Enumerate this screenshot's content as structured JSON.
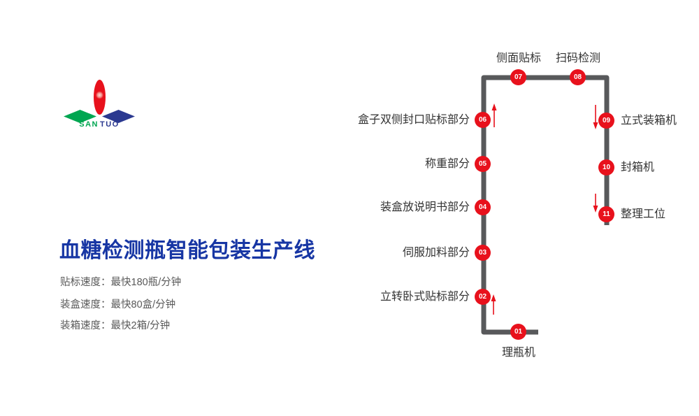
{
  "logo": {
    "san": "SAN",
    "tuo": "TUO"
  },
  "intro": {
    "title": "血糖检测瓶智能包装生产线",
    "specs": [
      "贴标速度：最快180瓶/分钟",
      "装盒速度：最快80盒/分钟",
      "装箱速度：最快2箱/分钟"
    ]
  },
  "flow": {
    "nodes": [
      {
        "num": "01",
        "label": "理瓶机"
      },
      {
        "num": "02",
        "label": "立转卧式贴标部分"
      },
      {
        "num": "03",
        "label": "伺服加料部分"
      },
      {
        "num": "04",
        "label": "装盒放说明书部分"
      },
      {
        "num": "05",
        "label": "称重部分"
      },
      {
        "num": "06",
        "label": "盒子双侧封口贴标部分"
      },
      {
        "num": "07",
        "label": "侧面贴标"
      },
      {
        "num": "08",
        "label": "扫码检测"
      },
      {
        "num": "09",
        "label": "立式装箱机"
      },
      {
        "num": "10",
        "label": "封箱机"
      },
      {
        "num": "11",
        "label": "整理工位"
      }
    ]
  },
  "colors": {
    "accent_red": "#e8111c",
    "line_gray": "#58595b",
    "title_blue": "#1736a4",
    "logo_green": "#00a651",
    "logo_blue": "#2b3990"
  }
}
